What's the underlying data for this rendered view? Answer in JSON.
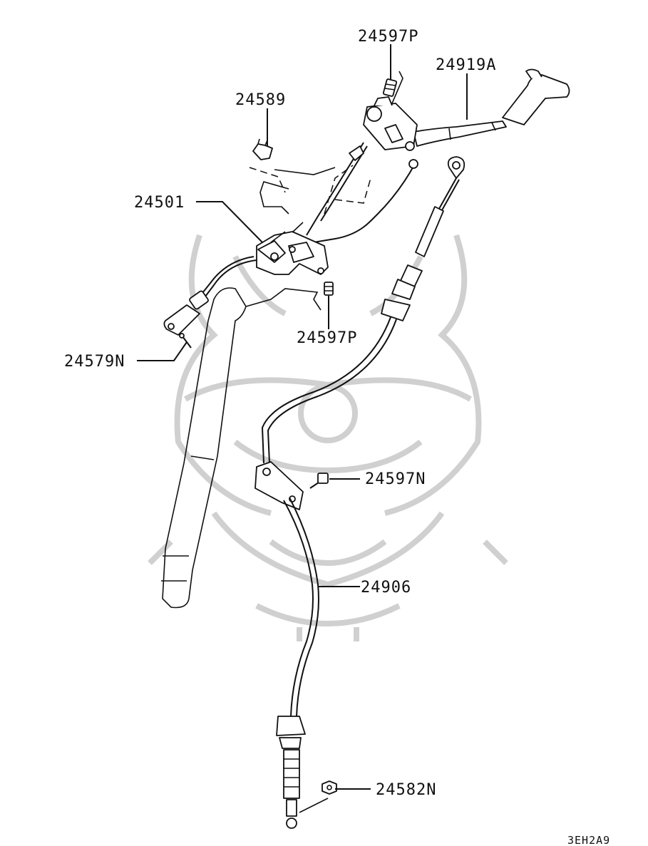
{
  "diagram": {
    "drawing_code": "3EH2A9",
    "parts": [
      {
        "id": "bolt-top",
        "number": "24597P"
      },
      {
        "id": "shift-lever",
        "number": "24919A"
      },
      {
        "id": "clip-upper",
        "number": "24589"
      },
      {
        "id": "bracket-assembly",
        "number": "24501"
      },
      {
        "id": "bolt-lower",
        "number": "24597P"
      },
      {
        "id": "pin",
        "number": "24579N"
      },
      {
        "id": "bolt-bracket",
        "number": "24597N"
      },
      {
        "id": "control-cable",
        "number": "24906"
      },
      {
        "id": "nut",
        "number": "24582N"
      }
    ]
  }
}
